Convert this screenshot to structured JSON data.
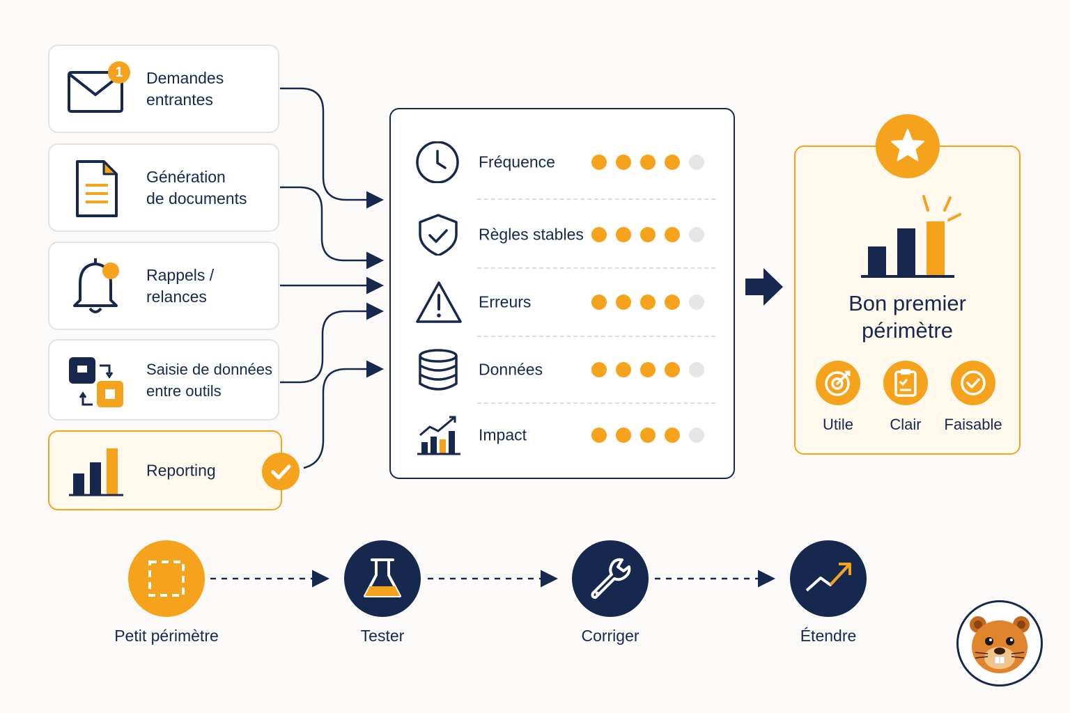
{
  "sources": [
    {
      "label": "Demandes\nentrantes",
      "icon": "envelope-icon",
      "badge": "1"
    },
    {
      "label": "Génération\nde documents",
      "icon": "document-icon"
    },
    {
      "label": "Rappels /\nrelances",
      "icon": "bell-icon"
    },
    {
      "label": "Saisie de données\nentre outils",
      "icon": "data-transfer-icon"
    },
    {
      "label": "Reporting",
      "icon": "bar-chart-icon",
      "selected": true
    }
  ],
  "criteria": [
    {
      "label": "Fréquence",
      "icon": "clock-icon",
      "score": 4,
      "max": 5
    },
    {
      "label": "Règles stables",
      "icon": "shield-check-icon",
      "score": 4,
      "max": 5
    },
    {
      "label": "Erreurs",
      "icon": "warning-icon",
      "score": 4,
      "max": 5
    },
    {
      "label": "Données",
      "icon": "database-icon",
      "score": 4,
      "max": 5
    },
    {
      "label": "Impact",
      "icon": "growth-chart-icon",
      "score": 4,
      "max": 5
    }
  ],
  "result": {
    "title": "Bon premier\npérimètre",
    "qualities": [
      {
        "label": "Utile",
        "icon": "target-icon"
      },
      {
        "label": "Clair",
        "icon": "clipboard-icon"
      },
      {
        "label": "Faisable",
        "icon": "check-circle-icon"
      }
    ]
  },
  "steps": [
    {
      "label": "Petit périmètre",
      "icon": "dashed-square-icon"
    },
    {
      "label": "Tester",
      "icon": "flask-icon"
    },
    {
      "label": "Corriger",
      "icon": "wrench-icon"
    },
    {
      "label": "Étendre",
      "icon": "trend-up-icon"
    }
  ],
  "colors": {
    "navy": "#16284d",
    "orange": "#f5a31c",
    "inactive": "#e6e6e6"
  }
}
